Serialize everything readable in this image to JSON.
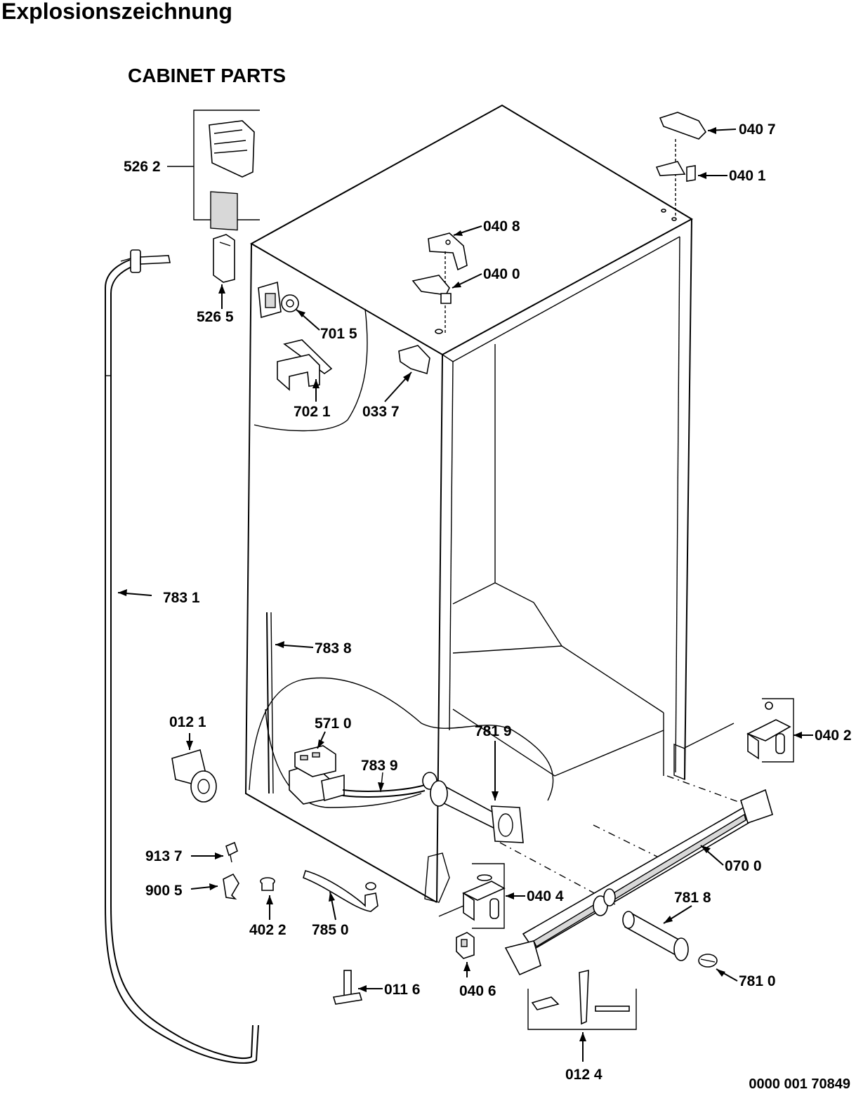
{
  "header": {
    "title": "Explosionszeichnung",
    "section": "CABINET PARTS"
  },
  "footer": {
    "doc_number": "0000 001 70849"
  },
  "parts": {
    "p5262": "526 2",
    "p5265": "526 5",
    "p7015": "701 5",
    "p7021": "702 1",
    "p0337": "033 7",
    "p0408": "040 8",
    "p0400": "040 0",
    "p0407": "040 7",
    "p0401": "040 1",
    "p7831": "783 1",
    "p7838": "783 8",
    "p0121": "012 1",
    "p5710": "571 0",
    "p7839": "783 9",
    "p7819": "781 9",
    "p0402": "040 2",
    "p9137": "913 7",
    "p9005": "900 5",
    "p4022": "402 2",
    "p7850": "785 0",
    "p0404": "040 4",
    "p0700": "070 0",
    "p7818": "781 8",
    "p0116": "011 6",
    "p0406": "040 6",
    "p7810": "781 0",
    "p0124": "012 4"
  }
}
